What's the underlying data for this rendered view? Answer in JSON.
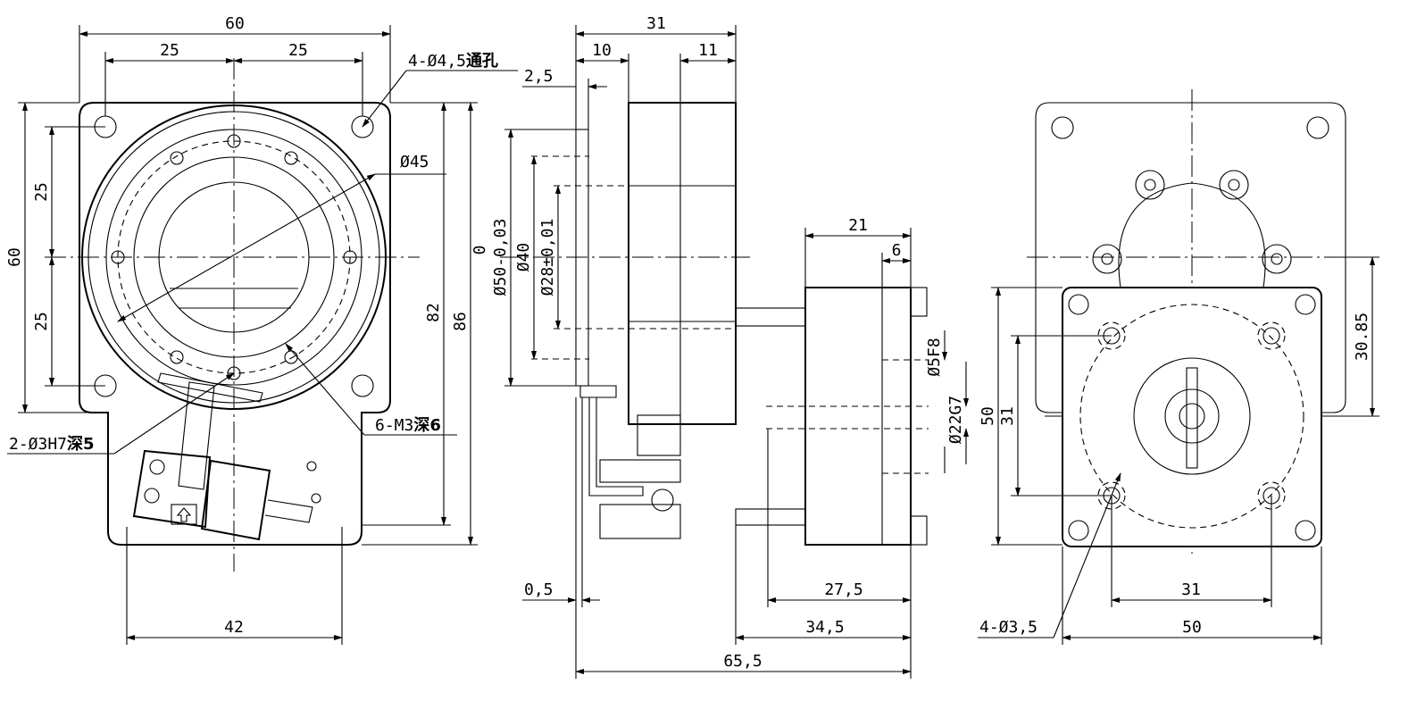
{
  "drawing": {
    "front_view": {
      "width_overall": "60",
      "hole_spacing_left": "25",
      "hole_spacing_right": "25",
      "mount_holes": "4-Ø4,5",
      "mount_holes_suffix": "通孔",
      "pcd": "Ø45",
      "height_total": "60",
      "height_upper": "25",
      "height_lower": "25",
      "height_82": "82",
      "height_86": "86",
      "pin_holes": "2-Ø3H7",
      "pin_holes_suffix": "深5",
      "tapped_holes": "6-M3",
      "tapped_holes_suffix": "深6",
      "bottom_width": "42"
    },
    "side_view": {
      "depth_31": "31",
      "depth_10": "10",
      "depth_11": "11",
      "offset_2_5": "2,5",
      "dia_50_base": "Ø50-0,03",
      "dia_50_tol": "0",
      "dia_40": "Ø40",
      "dia_28": "Ø28±0,01",
      "motor_21": "21",
      "motor_6": "6",
      "shaft_fit": "Ø5F8",
      "bore_fit": "Ø22G7",
      "offset_0_5": "0,5",
      "len_27_5": "27,5",
      "len_34_5": "34,5",
      "len_65_5": "65,5"
    },
    "rear_view": {
      "height_50": "50",
      "height_31": "31",
      "offset_30_85": "30.85",
      "motor_holes": "4-Ø3,5",
      "width_31": "31",
      "width_50": "50"
    }
  }
}
